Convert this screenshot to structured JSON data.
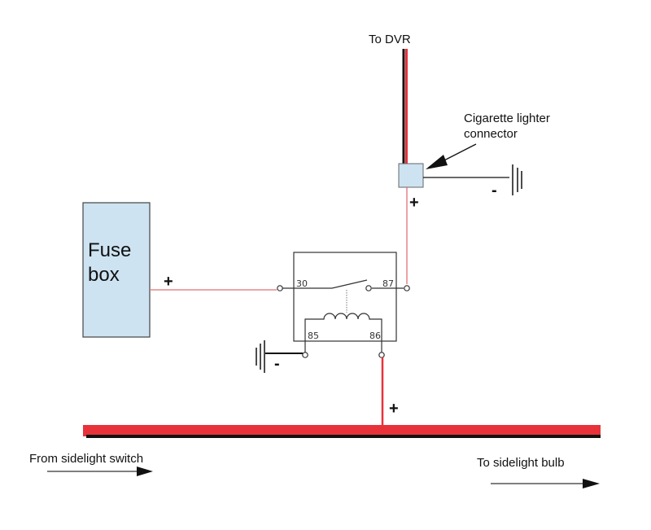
{
  "diagram": {
    "type": "relay wiring schematic",
    "labels": {
      "to_dvr": "To DVR",
      "cig_line1": "Cigarette lighter",
      "cig_line2": "connector",
      "fuse_line1": "Fuse",
      "fuse_line2": "box",
      "from_switch": "From sidelight switch",
      "to_bulb": "To sidelight bulb"
    },
    "polarity": {
      "plus": "+",
      "minus": "-"
    },
    "relay_pins": {
      "p30": "30",
      "p87": "87",
      "p85": "85",
      "p86": "86"
    },
    "colors": {
      "red_wire": "#e8323a",
      "thin_red_wire": "#e07070",
      "black_wire": "#111111",
      "box_fill": "#cde3f2",
      "box_stroke": "#555555"
    }
  }
}
